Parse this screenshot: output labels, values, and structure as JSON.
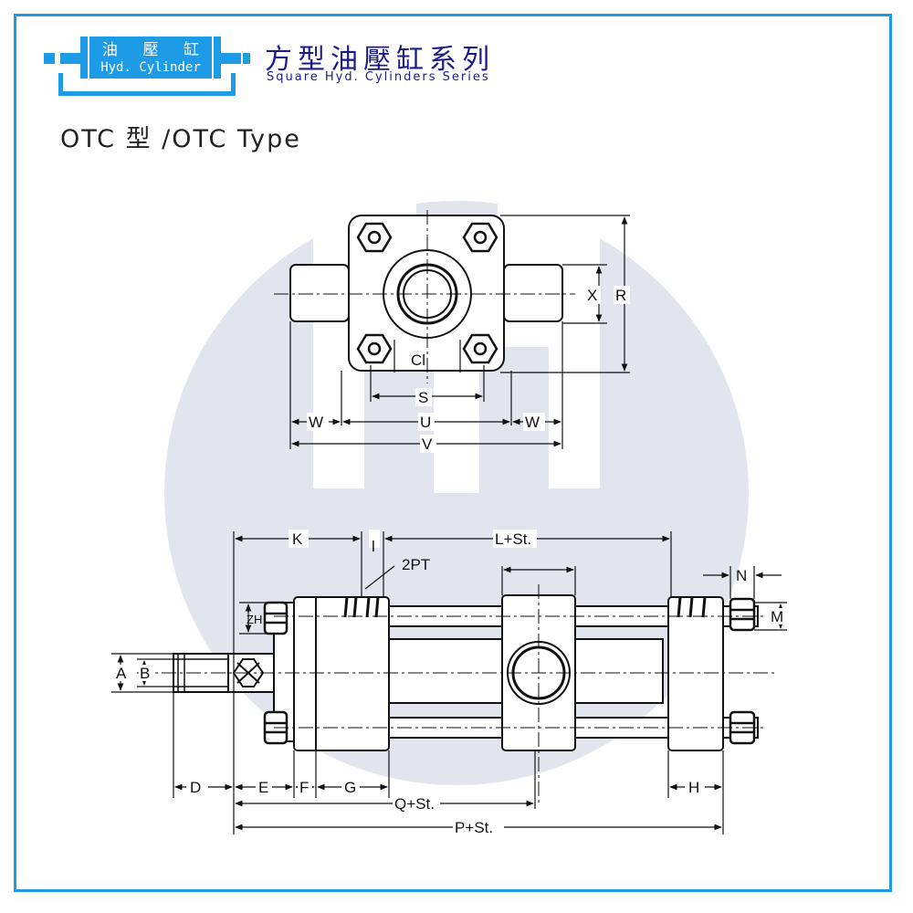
{
  "logo": {
    "chinese": [
      "油",
      "壓",
      "缸"
    ],
    "english": "Hyd. Cylinder",
    "color": "#1e9be6"
  },
  "header": {
    "title": "方型油壓缸系列",
    "subtitle": "Square Hyd. Cylinders Series",
    "color": "#1a1a8c"
  },
  "type_heading": "OTC 型 /OTC Type",
  "top_view": {
    "labels": {
      "x": "X",
      "r": "R",
      "cl": "Cl",
      "s": "S",
      "w_left": "W",
      "u": "U",
      "w_right": "W",
      "v": "V"
    }
  },
  "side_view": {
    "labels": {
      "k": "K",
      "i": "l",
      "l_st": "L+St.",
      "pt": "2PT",
      "n": "N",
      "m": "M",
      "zh": "ZH",
      "a": "A",
      "b": "B",
      "d": "D",
      "e": "E",
      "f": "F",
      "g": "G",
      "h": "H",
      "q_st": "Q+St.",
      "p_st": "P+St."
    }
  },
  "watermark_color": "#e3e5ee"
}
